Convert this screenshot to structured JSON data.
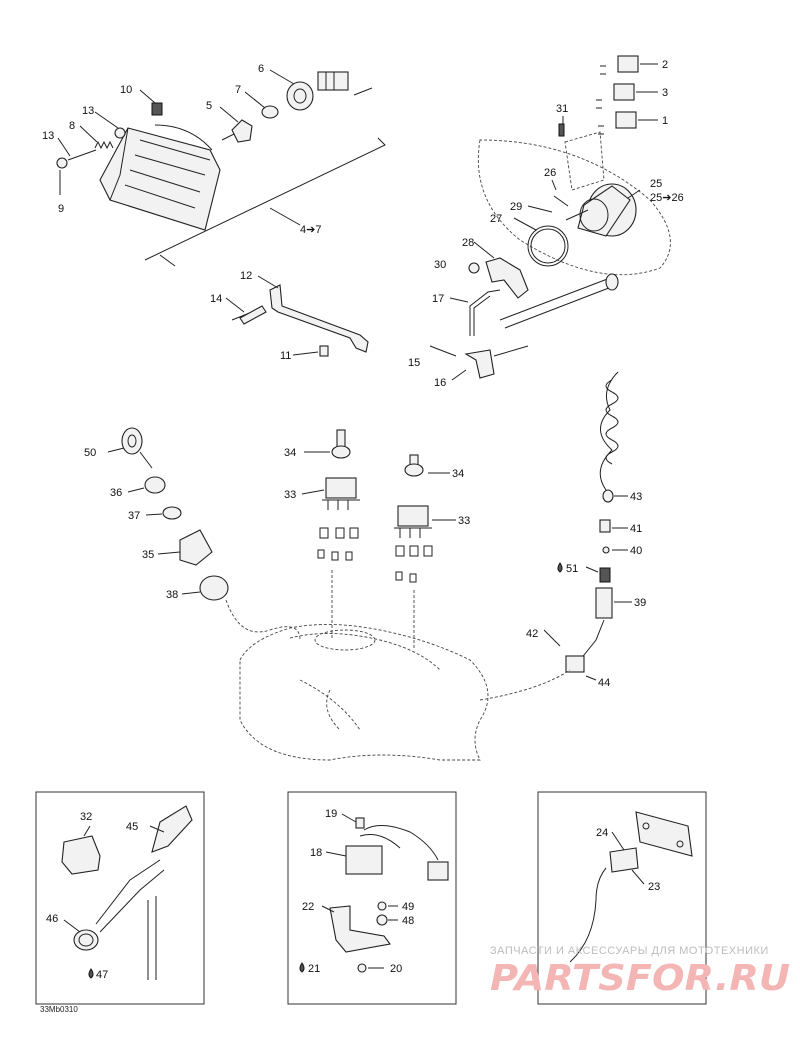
{
  "diagram": {
    "callouts": {
      "c1": "1",
      "c2": "2",
      "c3": "3",
      "c4_7": "4➔7",
      "c5": "5",
      "c6": "6",
      "c7": "7",
      "c8": "8",
      "c9": "9",
      "c10": "10",
      "c11": "11",
      "c12": "12",
      "c13a": "13",
      "c13b": "13",
      "c14": "14",
      "c15": "15",
      "c16": "16",
      "c17": "17",
      "c18": "18",
      "c19": "19",
      "c20": "20",
      "c21": "21",
      "c22": "22",
      "c23": "23",
      "c24": "24",
      "c25": "25",
      "c25_26": "25➔26",
      "c26": "26",
      "c27": "27",
      "c28": "28",
      "c29": "29",
      "c30": "30",
      "c31": "31",
      "c32": "32",
      "c33a": "33",
      "c33b": "33",
      "c34a": "34",
      "c34b": "34",
      "c35": "35",
      "c36": "36",
      "c37": "37",
      "c38": "38",
      "c39": "39",
      "c40": "40",
      "c41": "41",
      "c42": "42",
      "c43": "43",
      "c44": "44",
      "c45": "45",
      "c46": "46",
      "c47": "47",
      "c48": "48",
      "c49": "49",
      "c50": "50",
      "c51": "51"
    },
    "drawing_code": "33Mb0310"
  },
  "watermark": {
    "tagline": "ЗАПЧАСТИ И АКСЕССУАРЫ ДЛЯ МОТОТЕХНИКИ",
    "brand": "PARTSFOR.RU"
  },
  "colors": {
    "ink": "#222222",
    "watermark_red": "#f4b5b5",
    "watermark_gray": "#bdbdbd"
  }
}
